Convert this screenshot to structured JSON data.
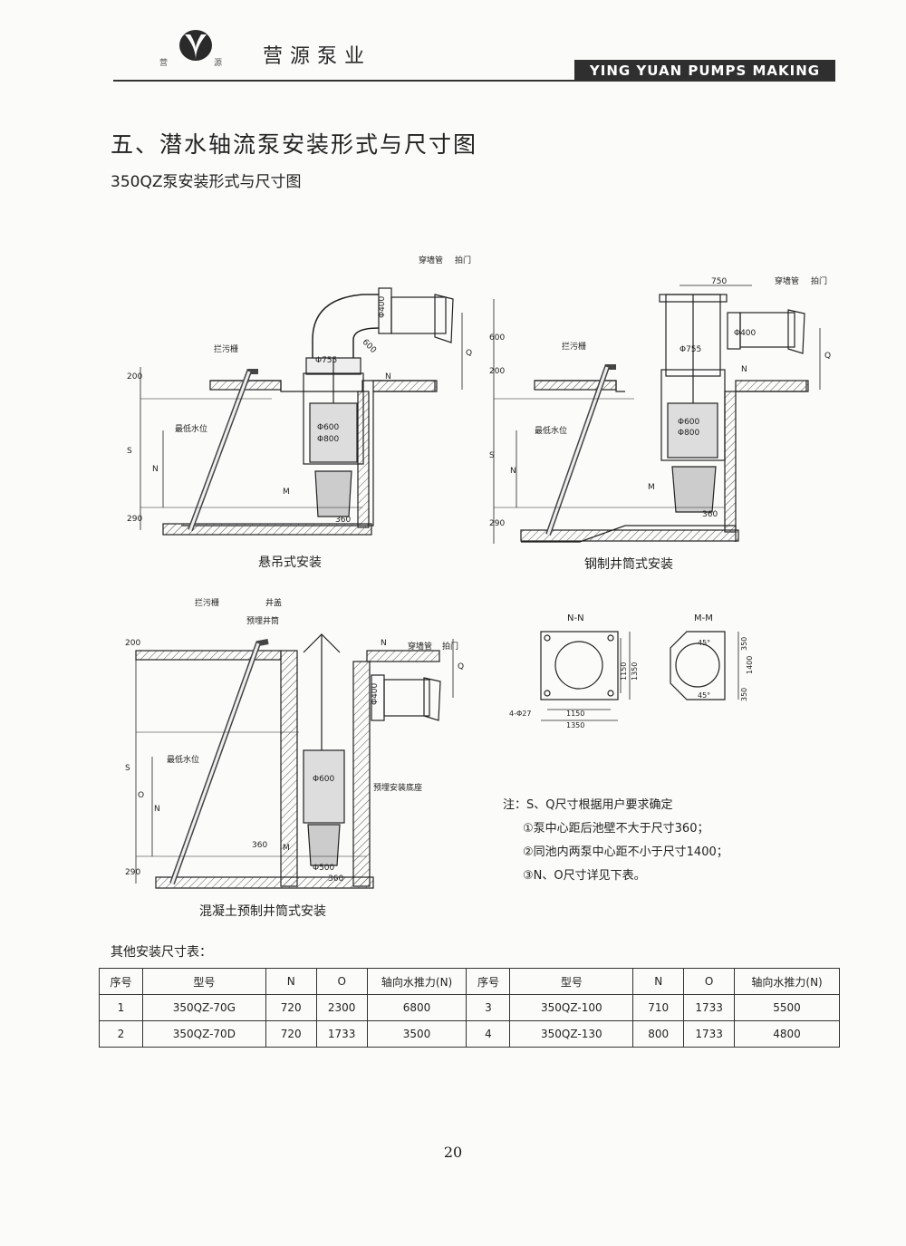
{
  "header": {
    "company": "营源泵业",
    "logo_left": "营",
    "logo_right": "源",
    "brand": "YING YUAN PUMPS MAKING"
  },
  "section_title": "五、潜水轴流泵安装形式与尺寸图",
  "sub_title": "350QZ泵安装形式与尺寸图",
  "figures": {
    "fig1": {
      "caption": "悬吊式安装",
      "labels": {
        "trash_rack": "拦污栅",
        "wall_pipe": "穿墙管",
        "flap_gate": "拍门",
        "low_water": "最低水位",
        "d400": "Φ400",
        "r600": "600",
        "d755": "Φ755",
        "d600": "Φ600",
        "d800": "Φ800",
        "dim200": "200",
        "dimS": "S",
        "dimN": "N",
        "dim290": "290",
        "dim360": "360",
        "dimQ": "Q",
        "M": "M",
        "Nsec": "N"
      }
    },
    "fig2": {
      "caption": "钢制井筒式安装",
      "labels": {
        "trash_rack": "拦污栅",
        "wall_pipe": "穿墙管",
        "flap_gate": "拍门",
        "low_water": "最低水位",
        "d400": "Φ400",
        "d755": "Φ755",
        "d600": "Φ600",
        "d800": "Φ800",
        "dim750": "750",
        "dim600": "600",
        "dim200": "200",
        "dimS": "S",
        "dimN": "N",
        "dim290": "290",
        "dim360": "360",
        "dimQ": "Q",
        "M": "M",
        "Nsec": "N"
      }
    },
    "fig3": {
      "caption": "混凝土预制井筒式安装",
      "labels": {
        "trash_rack": "拦污栅",
        "cover": "井盖",
        "embedded_tube": "预埋井筒",
        "wall_pipe": "穿墙管",
        "flap_gate": "拍门",
        "low_water": "最低水位",
        "base": "预埋安装底座",
        "d400": "Φ400",
        "d600": "Φ600",
        "d500": "Φ500",
        "dim200": "200",
        "dimS": "S",
        "dimO": "O",
        "dimN": "N",
        "dim290": "290",
        "dim360a": "360",
        "dim360b": "360",
        "dimQ": "Q",
        "M": "M",
        "Nsec": "N"
      }
    },
    "section_nn": {
      "title": "N-N",
      "bolts": "4-Φ27",
      "d1": "1150",
      "d2": "1350",
      "v1": "1150",
      "v2": "1350"
    },
    "section_mm": {
      "title": "M-M",
      "angle1": "45°",
      "angle2": "45°",
      "d350a": "350",
      "d1400": "1400",
      "d350b": "350"
    }
  },
  "notes": {
    "title": "注：S、Q尺寸根据用户要求确定",
    "items": [
      "①泵中心距后池壁不大于尺寸360；",
      "②同池内两泵中心距不小于尺寸1400；",
      "③N、O尺寸详见下表。"
    ]
  },
  "table": {
    "caption": "其他安装尺寸表：",
    "headers": [
      "序号",
      "型号",
      "N",
      "O",
      "轴向水推力(N)",
      "序号",
      "型号",
      "N",
      "O",
      "轴向水推力(N)"
    ],
    "rows": [
      [
        "1",
        "350QZ-70G",
        "720",
        "2300",
        "6800",
        "3",
        "350QZ-100",
        "710",
        "1733",
        "5500"
      ],
      [
        "2",
        "350QZ-70D",
        "720",
        "1733",
        "3500",
        "4",
        "350QZ-130",
        "800",
        "1733",
        "4800"
      ]
    ]
  },
  "page_number": "20"
}
